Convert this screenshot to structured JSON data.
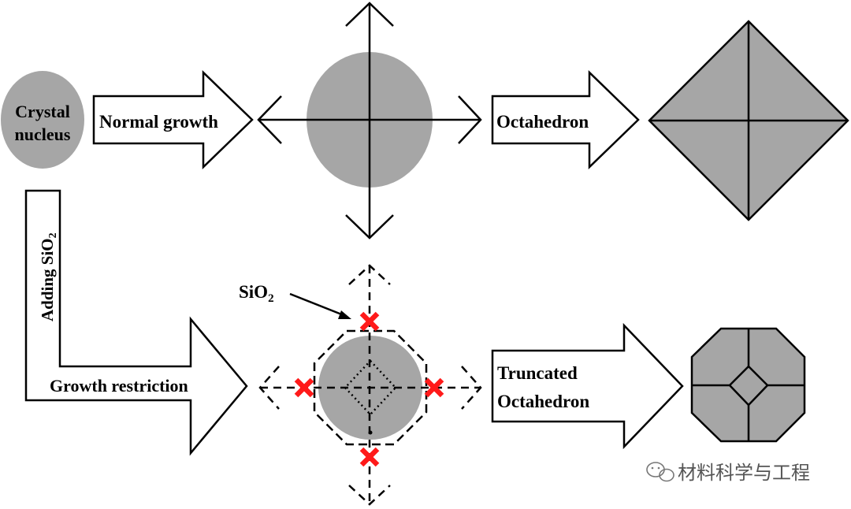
{
  "labels": {
    "nucleus_line1": "Crystal",
    "nucleus_line2": "nucleus",
    "normal_growth": "Normal growth",
    "octahedron": "Octahedron",
    "adding_sio2_prefix": "Adding SiO",
    "adding_sio2_sub": "2",
    "sio2_prefix": "SiO",
    "sio2_sub": "2",
    "growth_restriction": "Growth restriction",
    "truncated_line1": "Truncated",
    "truncated_line2": "Octahedron"
  },
  "watermark": {
    "text": "材料科学与工程",
    "icon": "wechat-icon"
  },
  "colors": {
    "fill_gray": "#a6a6a6",
    "blocked_marker": "#ff1a1a",
    "stroke": "#000000"
  }
}
